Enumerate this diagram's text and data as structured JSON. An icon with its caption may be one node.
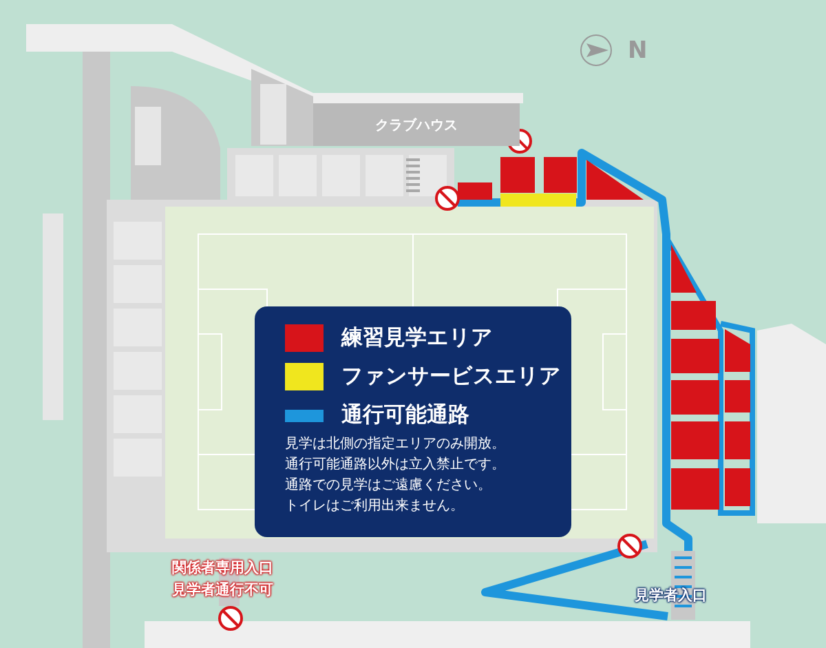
{
  "diagram": {
    "nodes": [
      {
        "text": [
          "クラブハウス"
        ]
      }
    ],
    "labels": [
      "N",
      "関係者専用入口",
      "見学者通行不可",
      "見学者入口",
      "見学は北側の指定エリアのみ開放。",
      "通行可能通路以外は立入禁止です。",
      "通路での見学はご遠慮ください。",
      "トイレはご利用出来ません。"
    ],
    "legend": [
      {
        "text": "練習見学エリア",
        "color": "#d7141a"
      },
      {
        "text": "ファンサービスエリア",
        "color": "#f0e61e"
      },
      {
        "text": "通行可能通路",
        "color": "#1e96dc"
      }
    ]
  }
}
